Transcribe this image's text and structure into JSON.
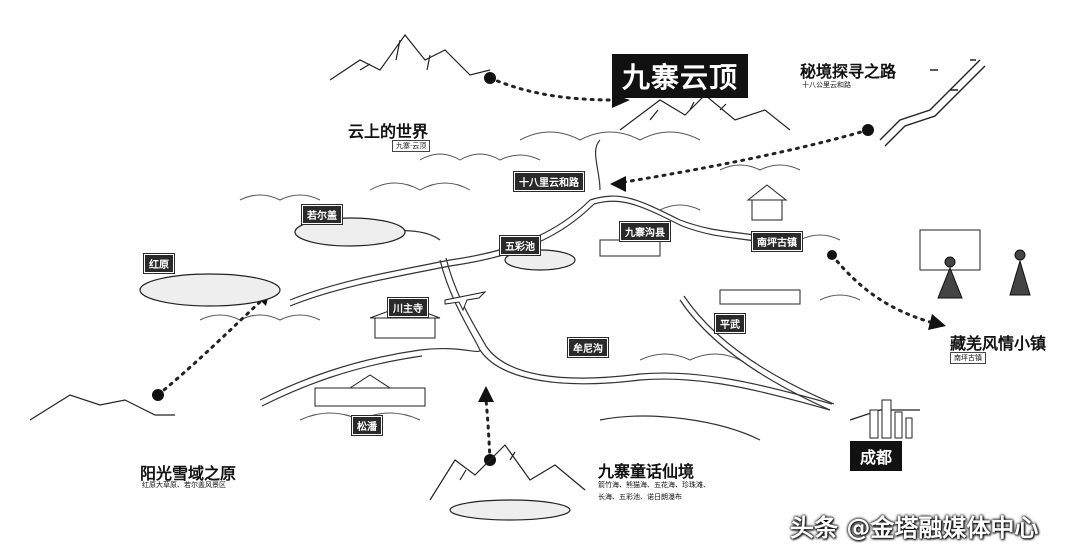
{
  "map": {
    "title": "九寨云顶",
    "watermark": "头条 @金塔融媒体中心",
    "destinations": {
      "cloud_world": {
        "name": "云上的世界",
        "sub": "九寨·云顶"
      },
      "secret_road": {
        "name": "秘境探寻之路",
        "sub": "十八公里云和路"
      },
      "tibetan_town": {
        "name": "藏羌风情小镇",
        "sub": "南坪古镇"
      },
      "fairyland": {
        "name": "九寨童话仙境",
        "sub_lines": [
          "箭竹海、熊猫海、五花海、珍珠滩、",
          "长海、五彩池、诺日朗瀑布"
        ]
      },
      "snow_plateau": {
        "name": "阳光雪域之原",
        "sub": "红原大草原、若尔盖风景区"
      }
    },
    "places": {
      "p18km": "十八里云和路",
      "ruoergai": "若尔盖",
      "hongyuan": "红原",
      "wuhuachi": "五彩池",
      "jiuzhaigou": "九寨沟县",
      "nanping": "南坪古镇",
      "chuanzhu": "川主寺",
      "pingwu": "平武",
      "munigou": "牟尼沟",
      "songpan": "松潘",
      "chengdu": "成都"
    }
  }
}
